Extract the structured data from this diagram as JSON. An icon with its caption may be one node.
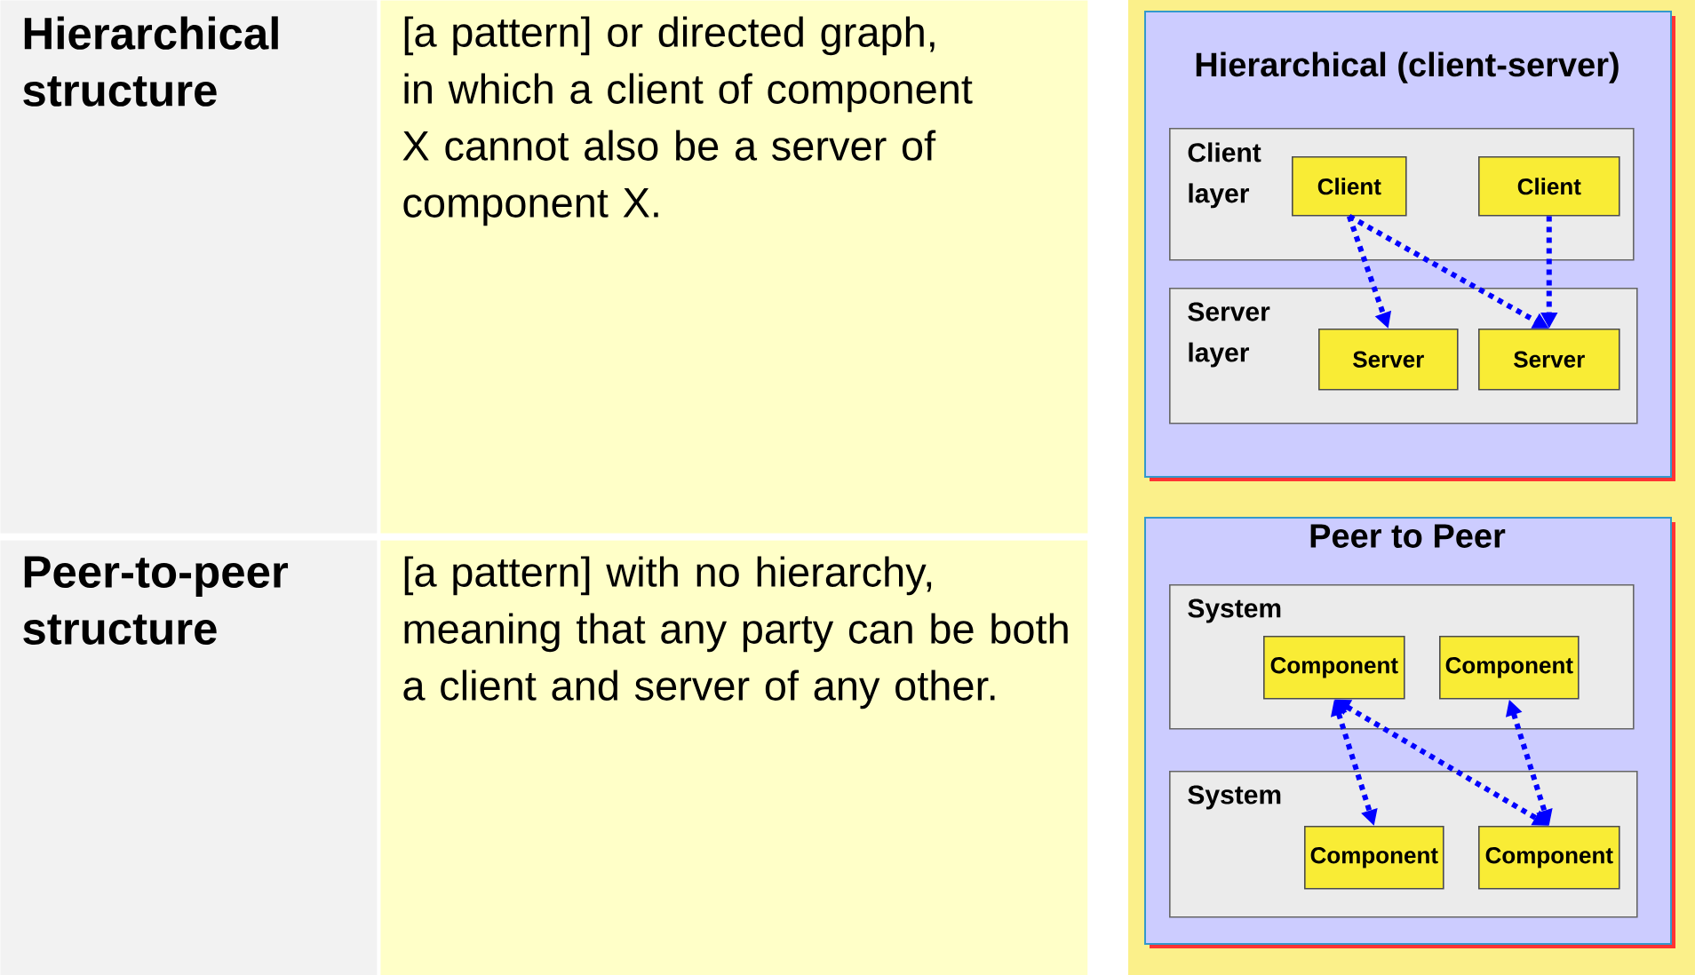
{
  "diagram": {
    "nodes": [
      {
        "text": [
          "Hierarchical structure"
        ]
      },
      {
        "text": [
          "[a pattern] or directed graph, in which a client of component X cannot also be a server of component X."
        ]
      },
      {
        "text": [
          "Peer-to-peer structure"
        ]
      },
      {
        "text": [
          "[a pattern] with no hierarchy, meaning that any party can be both a client and server of any other."
        ]
      },
      {
        "text": [
          "Hierarchical (client-server)"
        ]
      },
      {
        "text": [
          "Client layer"
        ],
        "in": 4
      },
      {
        "text": [
          "Client"
        ],
        "in": 5
      },
      {
        "text": [
          "Client"
        ],
        "in": 5
      },
      {
        "text": [
          "Server layer"
        ],
        "in": 4
      },
      {
        "text": [
          "Server"
        ],
        "in": 8
      },
      {
        "text": [
          "Server"
        ],
        "in": 8
      },
      {
        "text": [
          "Peer to Peer"
        ]
      },
      {
        "text": [
          "System"
        ],
        "in": 11
      },
      {
        "text": [
          "Component"
        ],
        "in": 12
      },
      {
        "text": [
          "Component"
        ],
        "in": 12
      },
      {
        "text": [
          "System"
        ],
        "in": 11
      },
      {
        "text": [
          "Component"
        ],
        "in": 15
      },
      {
        "text": [
          "Component"
        ],
        "in": 15
      }
    ],
    "edges": [
      {
        "from": 6,
        "to": 9,
        "arrow": "to"
      },
      {
        "from": 6,
        "to": 10,
        "arrow": "to"
      },
      {
        "from": 7,
        "to": 10,
        "arrow": "to"
      },
      {
        "from": 13,
        "to": 16,
        "arrow": "both"
      },
      {
        "from": 13,
        "to": 17,
        "arrow": "both"
      },
      {
        "from": 14,
        "to": 17,
        "arrow": "both"
      }
    ]
  }
}
